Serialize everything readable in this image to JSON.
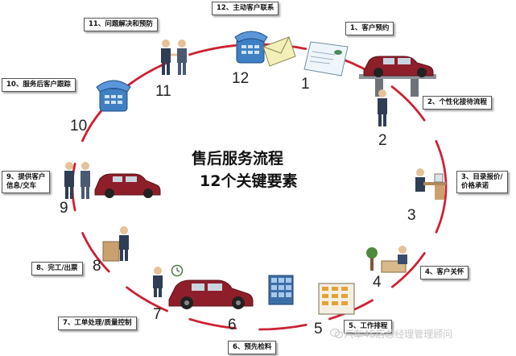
{
  "title_line1": "售后服务流程",
  "title_line2": "12个关键要素",
  "steps": [
    {
      "label": "1、客户预约",
      "number": "1"
    },
    {
      "label": "2、个性化接待流程",
      "number": "2"
    },
    {
      "label": "3、目录报价/",
      "label2": "价格承诺",
      "number": "3"
    },
    {
      "label": "4、客户关怀",
      "number": "4"
    },
    {
      "label": "5、工作排程",
      "number": "5"
    },
    {
      "label": "6、预先检料",
      "number": "6"
    },
    {
      "label": "7、工单处理/质量控制",
      "number": "7"
    },
    {
      "label": "8、完工/出票",
      "number": "8"
    },
    {
      "label": "9、提供客户",
      "label2": "信息/交车",
      "number": "9"
    },
    {
      "label": "10、服务后客户跟踪",
      "number": "10"
    },
    {
      "label": "11、问题解决和预防",
      "number": "11"
    },
    {
      "label": "12、主动客户联系",
      "number": "12"
    }
  ],
  "watermark": "汽车4S店总经理管理顾问",
  "colors": {
    "ring": "#cc2233",
    "car": "#8e1f2a",
    "phone": "#3f7fc4"
  },
  "icons": [
    "wechat-icon",
    "phone-icon",
    "envelope-icon",
    "fax-sheet-icon",
    "car-lift-icon",
    "car-icon",
    "handshake-icon",
    "desk-icon",
    "schedule-board-icon",
    "clock-icon",
    "computer-icon",
    "consultant-person-icon",
    "customer-person-icon"
  ]
}
